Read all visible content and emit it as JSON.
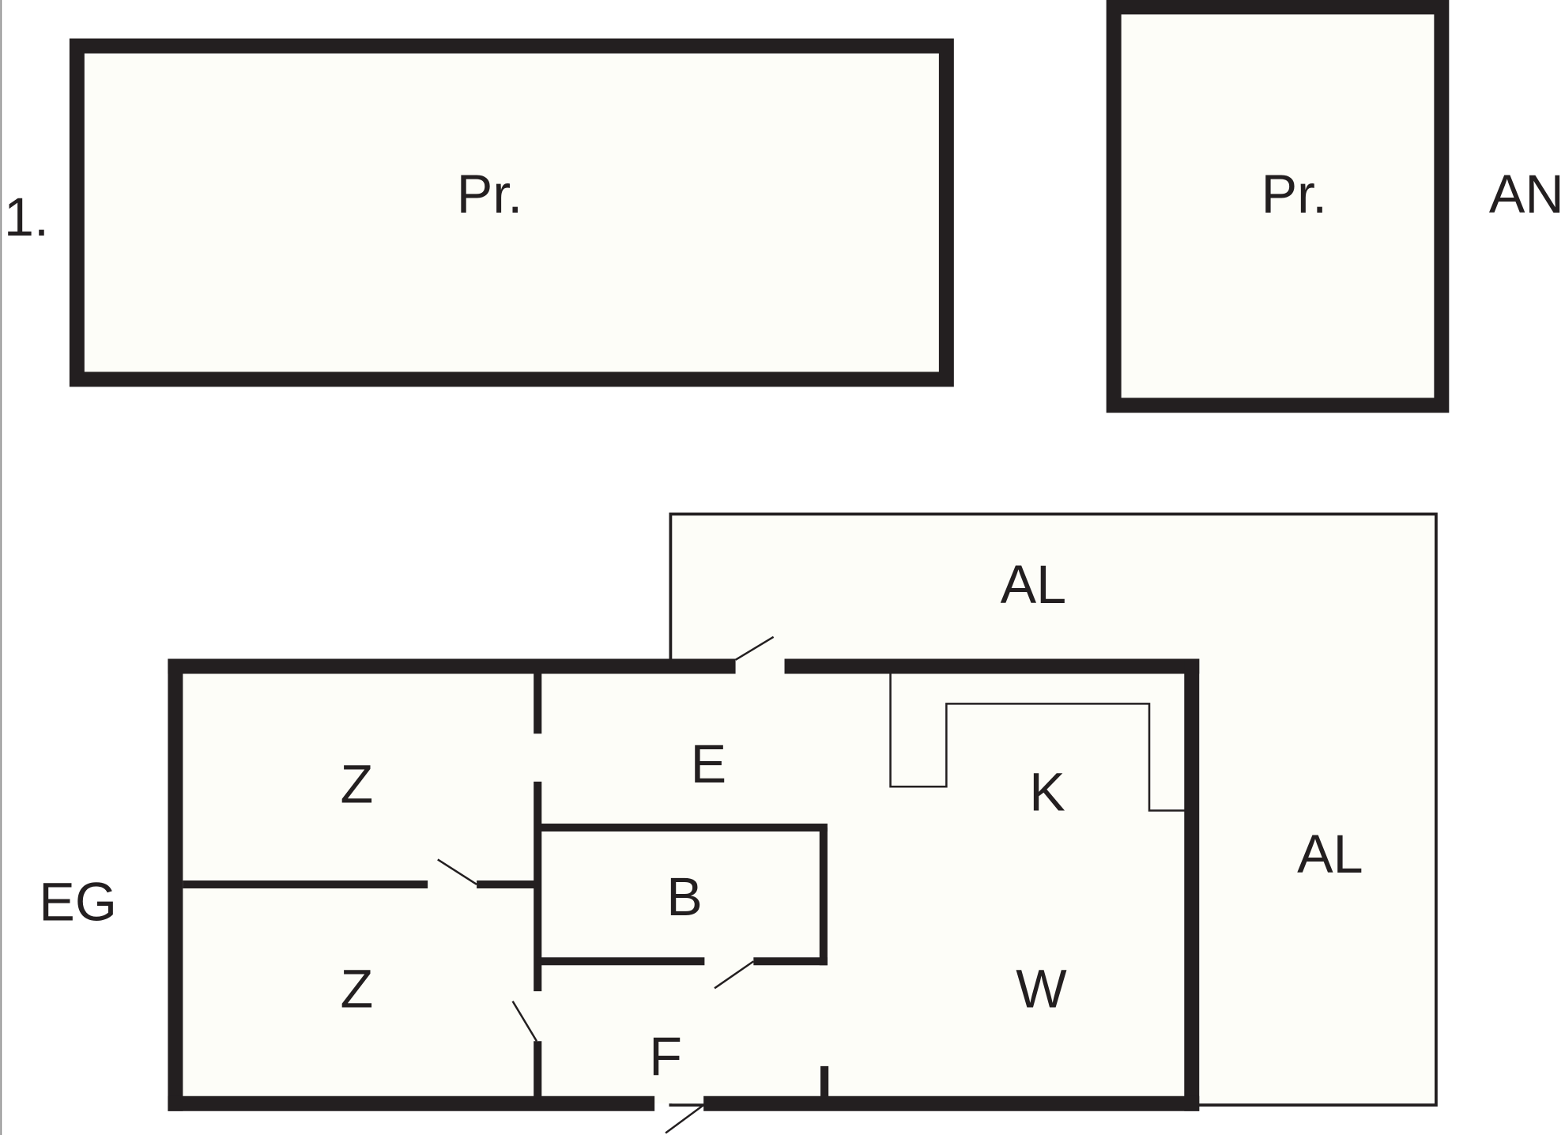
{
  "floors": {
    "upper": {
      "label": "1.",
      "rooms": [
        "Pr.",
        "Pr."
      ],
      "side_label": "AN"
    },
    "ground": {
      "label": "EG",
      "rooms": {
        "z1": "Z",
        "z2": "Z",
        "e": "E",
        "b": "B",
        "f": "F",
        "k": "K",
        "w": "W",
        "al_top": "AL",
        "al_right": "AL"
      }
    }
  },
  "colors": {
    "wall": "#231f20",
    "fill": "#fdfdf8"
  }
}
